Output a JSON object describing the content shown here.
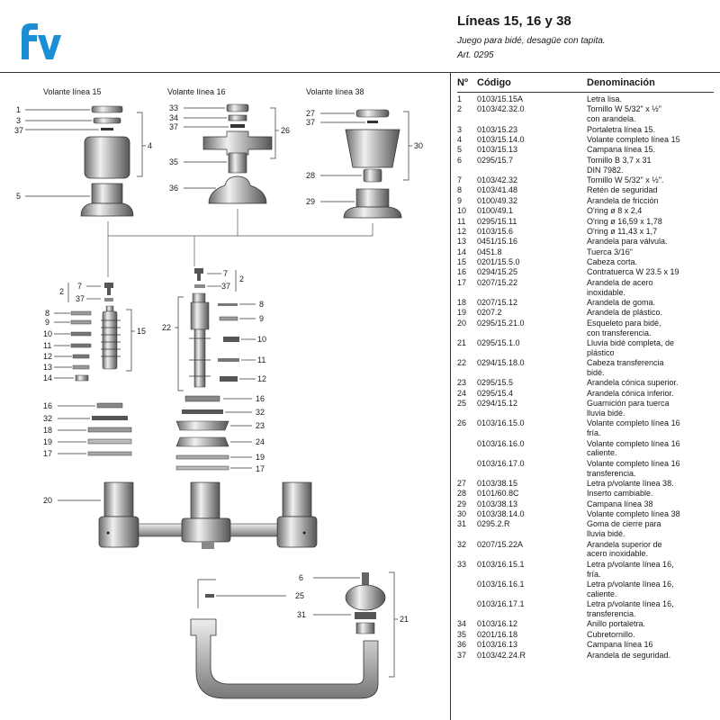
{
  "brand": {
    "logo_text": "fv",
    "color": "#1a8fd6"
  },
  "header": {
    "title": "Líneas 15, 16 y 38",
    "subtitle": "Juego para bidé, desagüe con tapita.",
    "article": "Art. 0295"
  },
  "diagram": {
    "volante_labels": [
      "Volante línea 15",
      "Volante línea 16",
      "Volante línea 38"
    ],
    "callouts": {
      "l15": [
        "1",
        "3",
        "37",
        "4",
        "5"
      ],
      "l16": [
        "33",
        "34",
        "37",
        "26",
        "35",
        "36"
      ],
      "l38": [
        "27",
        "37",
        "30",
        "28",
        "29"
      ],
      "v15": [
        "7",
        "2",
        "37",
        "8",
        "9",
        "10",
        "11",
        "12",
        "13",
        "14",
        "15"
      ],
      "v16": [
        "7",
        "2",
        "37",
        "8",
        "9",
        "10",
        "11",
        "12",
        "22"
      ],
      "r15": [
        "16",
        "32",
        "18",
        "19",
        "17"
      ],
      "r16": [
        "16",
        "32",
        "23",
        "24",
        "19",
        "17"
      ],
      "body": [
        "20"
      ],
      "drain": [
        "6",
        "25",
        "31",
        "21"
      ]
    }
  },
  "parts_table": {
    "headers": {
      "no": "Nº",
      "code": "Código",
      "name": "Denominación"
    },
    "rows": [
      {
        "no": "1",
        "code": "0103/15.15A",
        "name": [
          "Letra lisa."
        ]
      },
      {
        "no": "2",
        "code": "0103/42.32.0",
        "name": [
          "Tornillo W 5/32\" x ½\"",
          "con arandela."
        ]
      },
      {
        "no": "3",
        "code": "0103/15.23",
        "name": [
          "Portaletra línea 15."
        ]
      },
      {
        "no": "4",
        "code": "0103/15.14.0",
        "name": [
          "Volante completo línea 15"
        ]
      },
      {
        "no": "5",
        "code": "0103/15.13",
        "name": [
          "Campana línea 15."
        ]
      },
      {
        "no": "6",
        "code": "0295/15.7",
        "name": [
          "Tornillo B 3,7 x 31",
          "DIN 7982."
        ]
      },
      {
        "no": "7",
        "code": "0103/42.32",
        "name": [
          "Tornillo W 5/32\" x ½\"."
        ]
      },
      {
        "no": "8",
        "code": "0103/41.48",
        "name": [
          "Retén de seguridad"
        ]
      },
      {
        "no": "9",
        "code": "0100/49.32",
        "name": [
          "Arandela de fricción"
        ]
      },
      {
        "no": "10",
        "code": "0100/49.1",
        "name": [
          "O'ring ø 8 x 2,4"
        ]
      },
      {
        "no": "11",
        "code": "0295/15.11",
        "name": [
          "O'ring ø 16,59 x 1,78"
        ]
      },
      {
        "no": "12",
        "code": "0103/15.6",
        "name": [
          "O'ring ø 11,43 x 1,7"
        ]
      },
      {
        "no": "13",
        "code": "0451/15.16",
        "name": [
          "Arandela para válvula."
        ]
      },
      {
        "no": "14",
        "code": "0451.8",
        "name": [
          "Tuerca 3/16\""
        ]
      },
      {
        "no": "15",
        "code": "0201/15.5.0",
        "name": [
          "Cabeza corta."
        ]
      },
      {
        "no": "16",
        "code": "0294/15.25",
        "name": [
          "Contratuerca W 23.5 x 19"
        ]
      },
      {
        "no": "17",
        "code": "0207/15.22",
        "name": [
          "Arandela de acero",
          "inoxidable."
        ]
      },
      {
        "no": "18",
        "code": "0207/15.12",
        "name": [
          "Arandela de goma."
        ]
      },
      {
        "no": "19",
        "code": "0207.2",
        "name": [
          "Arandela de plástico."
        ]
      },
      {
        "no": "20",
        "code": "0295/15.21.0",
        "name": [
          "Esqueleto para bidé,",
          "con transferencia."
        ]
      },
      {
        "no": "21",
        "code": "0295/15.1.0",
        "name": [
          "Lluvia bidé completa, de",
          "plástico"
        ]
      },
      {
        "no": "22",
        "code": "0294/15.18.0",
        "name": [
          "Cabeza transferencia",
          "bidé."
        ]
      },
      {
        "no": "23",
        "code": "0295/15.5",
        "name": [
          "Arandela cónica superior."
        ]
      },
      {
        "no": "24",
        "code": "0295/15.4",
        "name": [
          "Arandela cónica inferior."
        ]
      },
      {
        "no": "25",
        "code": "0294/15.12",
        "name": [
          "Guarnición para tuerca",
          "lluvia bidé."
        ]
      },
      {
        "no": "26",
        "code": "0103/16.15.0",
        "name": [
          "Volante completo línea 16",
          "fría."
        ]
      },
      {
        "no": "",
        "code": "0103/16.16.0",
        "name": [
          "Volante completo línea 16",
          "caliente."
        ]
      },
      {
        "no": "",
        "code": "0103/16.17.0",
        "name": [
          "Volante completo línea 16",
          "transferencia."
        ]
      },
      {
        "no": "27",
        "code": "0103/38.15",
        "name": [
          "Letra p/volante línea 38."
        ]
      },
      {
        "no": "28",
        "code": "0101/60.8C",
        "name": [
          "Inserto cambiable."
        ]
      },
      {
        "no": "29",
        "code": "0103/38.13",
        "name": [
          "Campana línea 38"
        ]
      },
      {
        "no": "30",
        "code": "0103/38.14.0",
        "name": [
          "Volante completo línea 38"
        ]
      },
      {
        "no": "31",
        "code": "0295.2.R",
        "name": [
          "Goma de cierre para",
          "lluvia bidé."
        ]
      },
      {
        "no": "32",
        "code": "0207/15.22A",
        "name": [
          "Arandela superior de",
          "acero inoxidable."
        ]
      },
      {
        "no": "33",
        "code": "0103/16.15.1",
        "name": [
          "Letra p/volante línea 16,",
          "fría."
        ]
      },
      {
        "no": "",
        "code": "0103/16.16.1",
        "name": [
          "Letra p/volante línea 16,",
          "caliente."
        ]
      },
      {
        "no": "",
        "code": "0103/16.17.1",
        "name": [
          "Letra p/volante línea 16,",
          "transferencia."
        ]
      },
      {
        "no": "34",
        "code": "0103/16.12",
        "name": [
          "Anillo portaletra."
        ]
      },
      {
        "no": "35",
        "code": "0201/16.18",
        "name": [
          "Cubretornillo."
        ]
      },
      {
        "no": "36",
        "code": "0103/16.13",
        "name": [
          "Campana línea 16"
        ]
      },
      {
        "no": "37",
        "code": "0103/42.24.R",
        "name": [
          "Arandela de seguridad."
        ]
      }
    ]
  }
}
